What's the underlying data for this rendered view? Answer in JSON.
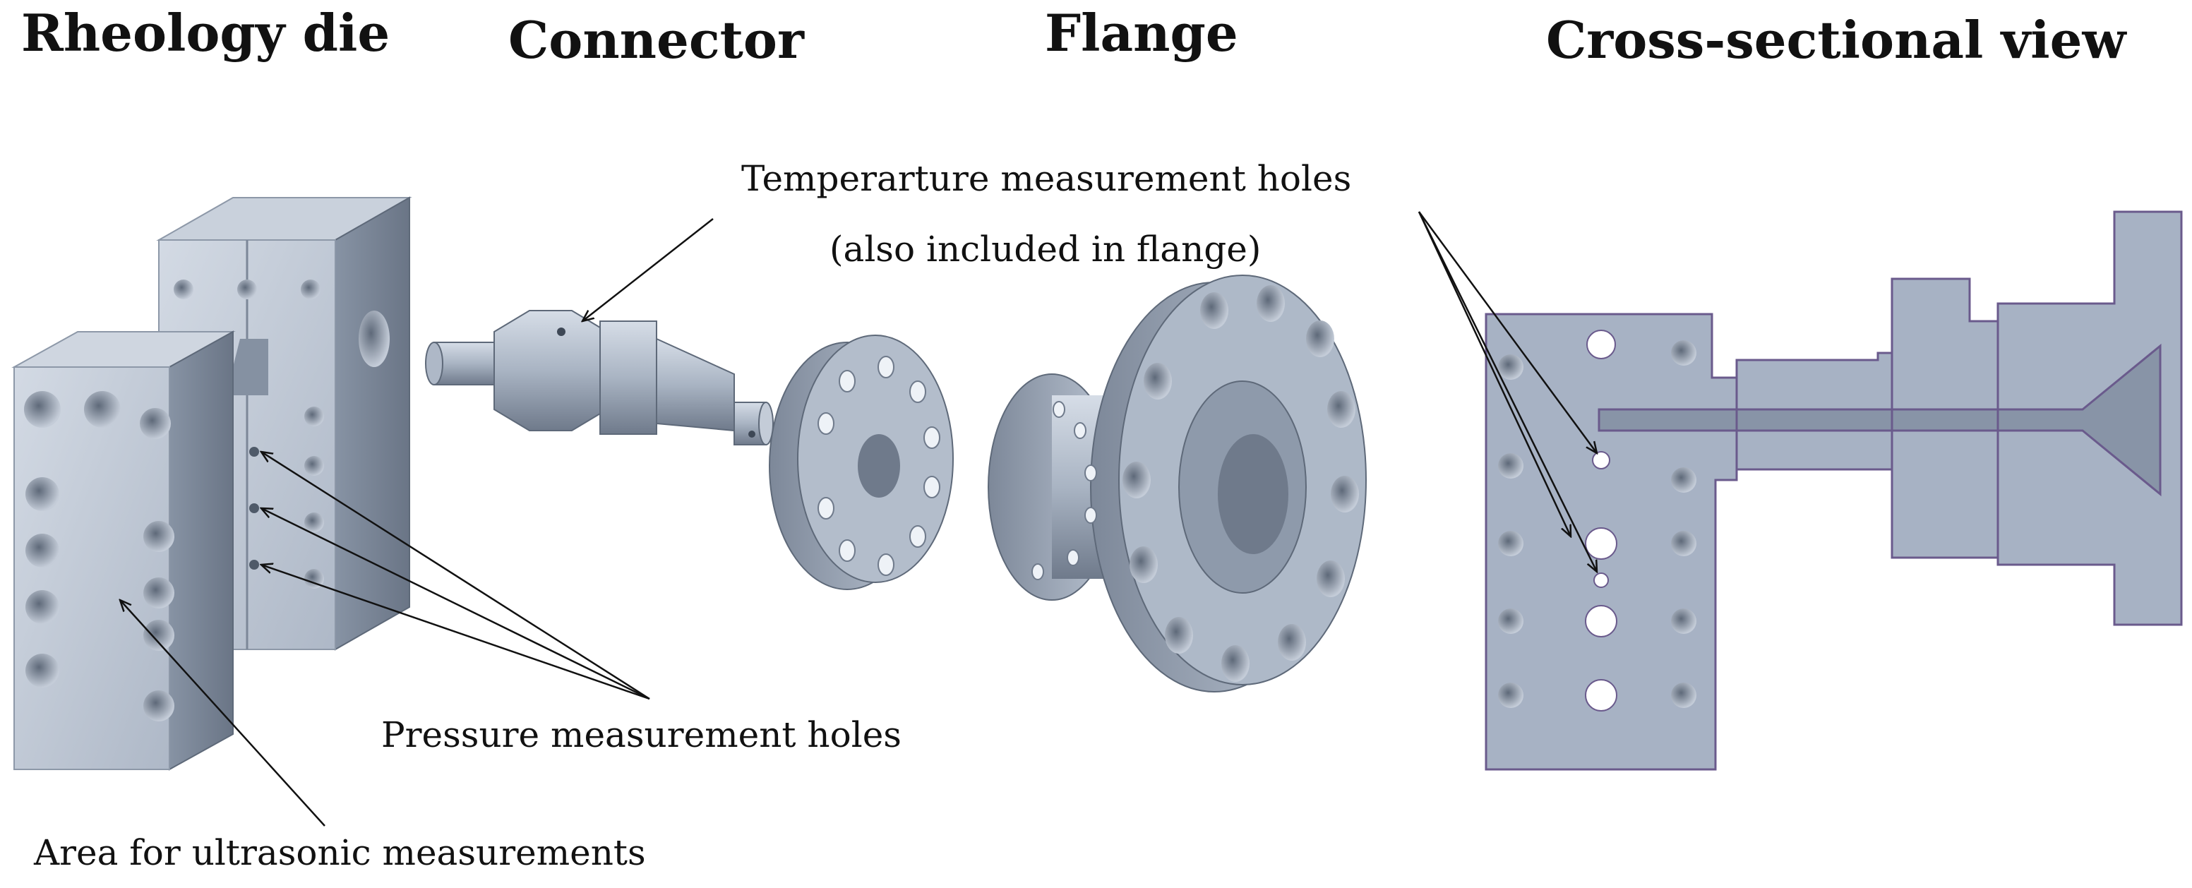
{
  "titles": {
    "rheology_die": "Rheology die",
    "connector": "Connector",
    "flange": "Flange",
    "cross_section": "Cross-sectional view"
  },
  "annotations": {
    "temperature_line1": "Temperarture measurement holes",
    "temperature_line2": "(also included in flange)",
    "pressure": "Pressure measurement holes",
    "ultrasonic": "Area for ultrasonic measurements"
  },
  "colors": {
    "part_light": "#c2cbd8",
    "part_mid": "#9aa6b6",
    "part_dark": "#6f7b8c",
    "section_fill": "#a7b2c4",
    "section_outline": "#6a5a8c"
  }
}
